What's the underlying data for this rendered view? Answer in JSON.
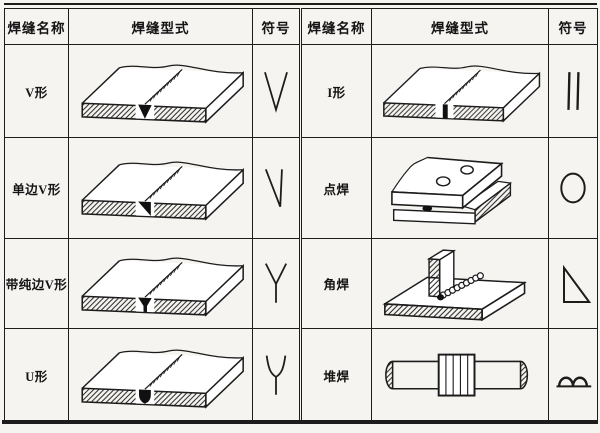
{
  "page": {
    "background": "#f6f4f1",
    "ink_color": "#1c1c1c"
  },
  "left_table": {
    "headers": {
      "name": "焊缝名称",
      "form": "焊缝型式",
      "symbol": "符号"
    },
    "rows": [
      {
        "name": "V形",
        "illustration": "v-groove-butt-weld-plate",
        "symbol_icon": "v-groove-symbol"
      },
      {
        "name": "单边V形",
        "illustration": "single-bevel-groove-butt-weld-plate",
        "symbol_icon": "single-bevel-groove-symbol"
      },
      {
        "name": "带纯边V形",
        "illustration": "v-groove-with-root-face-weld-plate",
        "symbol_icon": "y-groove-symbol"
      },
      {
        "name": "U形",
        "illustration": "u-groove-butt-weld-plate",
        "symbol_icon": "u-groove-symbol"
      }
    ]
  },
  "right_table": {
    "headers": {
      "name": "焊缝名称",
      "form": "焊缝型式",
      "symbol": "符号"
    },
    "rows": [
      {
        "name": "I形",
        "illustration": "square-butt-weld-plate",
        "symbol_icon": "square-groove-symbol"
      },
      {
        "name": "点焊",
        "illustration": "spot-weld-lap-joint",
        "symbol_icon": "spot-weld-symbol"
      },
      {
        "name": "角焊",
        "illustration": "fillet-weld-tee-joint",
        "symbol_icon": "fillet-weld-symbol"
      },
      {
        "name": "堆焊",
        "illustration": "surfacing-weld-on-shaft",
        "symbol_icon": "surfacing-weld-symbol"
      }
    ]
  }
}
